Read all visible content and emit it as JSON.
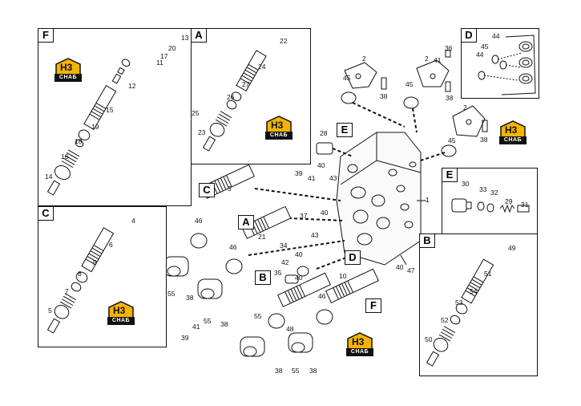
{
  "panels": {
    "F": "F",
    "A": "A",
    "C": "C",
    "D": "D",
    "E": "E",
    "B": "B"
  },
  "callouts_main": {
    "C": "C",
    "A": "A",
    "E": "E",
    "B": "B",
    "F": "F",
    "D": "D"
  },
  "logo": {
    "big": "H3",
    "small": "СНАБ"
  },
  "part_numbers": {
    "panelF": [
      "13",
      "20",
      "17",
      "11",
      "12",
      "15",
      "19",
      "18",
      "16",
      "14"
    ],
    "panelA": [
      "22",
      "24",
      "27",
      "26",
      "25",
      "23"
    ],
    "panelC": [
      "4",
      "6",
      "9",
      "8",
      "7",
      "5"
    ],
    "panelD": [
      "44",
      "45",
      "44"
    ],
    "panelE": [
      "30",
      "33",
      "32",
      "29",
      "31"
    ],
    "panelB": [
      "49",
      "51",
      "54",
      "53",
      "52",
      "50"
    ],
    "main": [
      "2",
      "45",
      "38",
      "2",
      "41",
      "36",
      "45",
      "38",
      "2",
      "45",
      "38",
      "28",
      "40",
      "43",
      "39",
      "41",
      "3",
      "46",
      "37",
      "40",
      "21",
      "34",
      "43",
      "40",
      "55",
      "38",
      "46",
      "42",
      "35",
      "40",
      "1",
      "40",
      "47",
      "10",
      "41",
      "39",
      "55",
      "38",
      "48",
      "46",
      "55",
      "38",
      "55",
      "38"
    ]
  }
}
